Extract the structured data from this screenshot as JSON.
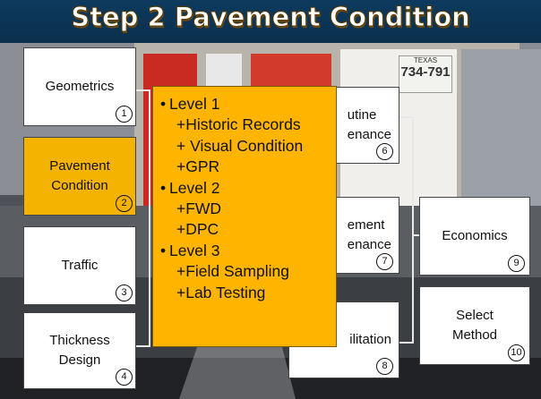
{
  "title": "Step 2 Pavement Condition",
  "colors": {
    "active": "#f5b301",
    "popup": "#ffb500",
    "title_bg": "#0d3a5e"
  },
  "left_column": [
    {
      "label": "Geometrics",
      "number": "1"
    },
    {
      "label": "Pavement\nCondition",
      "number": "2",
      "active": true
    },
    {
      "label": "Traffic",
      "number": "3"
    },
    {
      "label": "Thickness\nDesign",
      "number": "4"
    }
  ],
  "middle_column": [
    {
      "label": "utine\nenance",
      "number": "6"
    },
    {
      "label": "ement\nenance",
      "number": "7"
    },
    {
      "label": "ilitation",
      "number": "8"
    }
  ],
  "right_column": [
    {
      "label": "Economics",
      "number": "9"
    },
    {
      "label": "Select\nMethod",
      "number": "10"
    }
  ],
  "popup": {
    "lines": [
      {
        "text": "Level 1",
        "bullet": "•"
      },
      {
        "text": "+Historic Records"
      },
      {
        "text": "+ Visual Condition"
      },
      {
        "text": "+GPR"
      },
      {
        "text": "Level 2",
        "bullet": "•"
      },
      {
        "text": "+FWD"
      },
      {
        "text": "+DPC"
      },
      {
        "text": "Level 3",
        "bullet": "•"
      },
      {
        "text": "+Field Sampling"
      },
      {
        "text": "+Lab Testing"
      }
    ]
  },
  "background_sign": {
    "line1": "TEXAS",
    "line2": "734-791"
  }
}
